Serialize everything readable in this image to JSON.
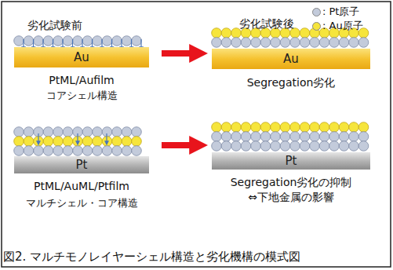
{
  "diagram": {
    "caption": "図2. マルチモノレイヤーシェル構造と劣化機構の模式図",
    "nodes": [
      {
        "text": [
          "Au"
        ]
      },
      {
        "text": [
          "Au"
        ]
      },
      {
        "text": [
          "Pt"
        ]
      },
      {
        "text": [
          "Pt"
        ]
      }
    ],
    "edges": [
      {
        "from": 0,
        "to": 1,
        "arrow": "to"
      },
      {
        "from": 2,
        "to": 3,
        "arrow": "to"
      }
    ],
    "labels": [
      "劣化試験前",
      "劣化試験後",
      "PtML/Aufilm",
      "コアシェル構造",
      "Segregation劣化",
      "PtML/AuML/Ptfilm",
      "マルチシェル・コア構造",
      "Segregation劣化の抑制",
      "⇔下地金属の影響"
    ],
    "legend": [
      {
        "text": ": Pt原子",
        "color": "#c3cbdb"
      },
      {
        "text": ": Au原子",
        "color": "#f6e53c"
      }
    ]
  }
}
